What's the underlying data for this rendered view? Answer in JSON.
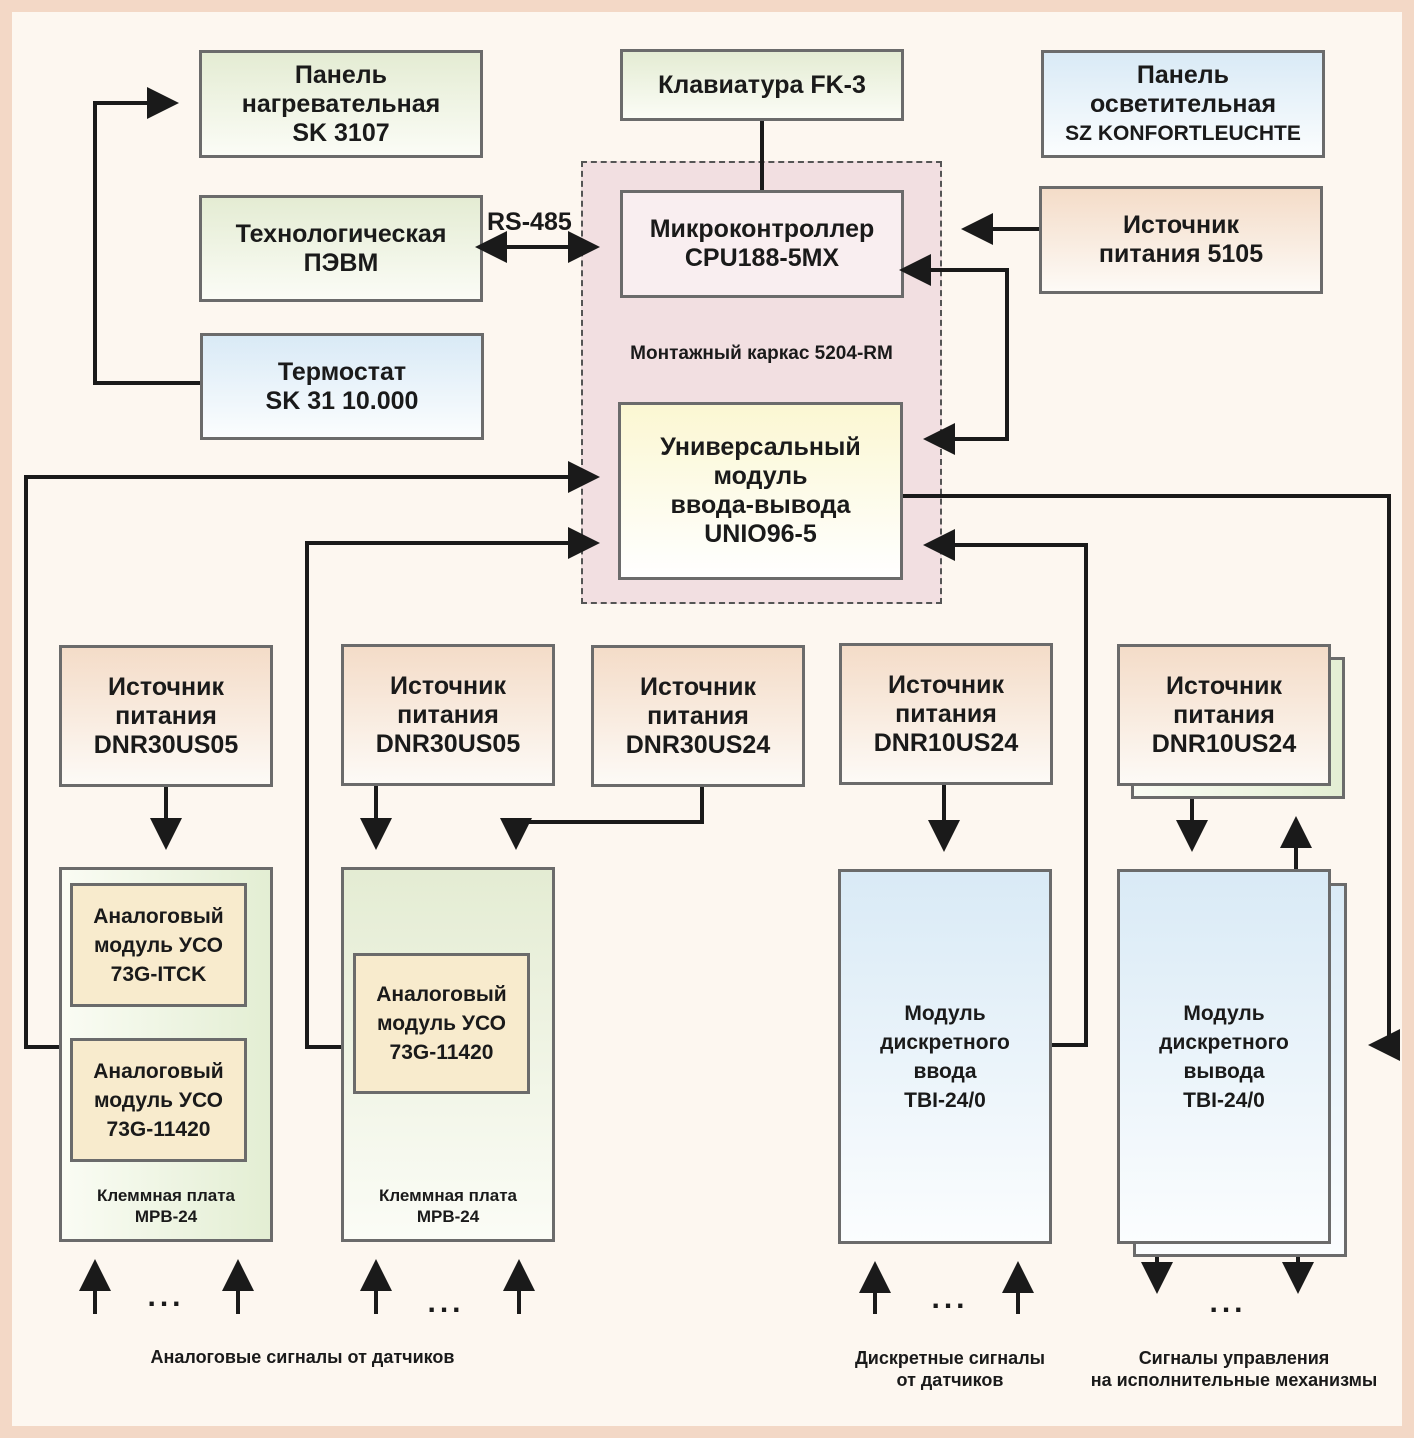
{
  "colors": {
    "border_frame": "#f3d8c6",
    "background": "#fdf7f0",
    "rack_fill": "#f2dfe1",
    "line": "#1a1a1a"
  },
  "top": {
    "heating_panel": [
      "Панель",
      "нагревательная",
      "SK 3107"
    ],
    "keyboard": "Клавиатура FK-3",
    "lighting_panel": [
      "Панель",
      "осветительная",
      "SZ KONFORTLEUCHTE"
    ],
    "tech_pc": [
      "Технологическая",
      "ПЭВМ"
    ],
    "rs485": "RS-485",
    "microcontroller": [
      "Микроконтроллер",
      "CPU188-5MX"
    ],
    "psu_5105": [
      "Источник",
      "питания 5105"
    ],
    "thermostat": [
      "Термостат",
      "SK 31 10.000"
    ],
    "rack_label": "Монтажный каркас 5204-RM",
    "io_module": [
      "Универсальный",
      "модуль",
      "ввода-вывода",
      "UNIO96-5"
    ]
  },
  "power_supplies": [
    [
      "Источник",
      "питания",
      "DNR30US05"
    ],
    [
      "Источник",
      "питания",
      "DNR30US05"
    ],
    [
      "Источник",
      "питания",
      "DNR30US24"
    ],
    [
      "Источник",
      "питания",
      "DNR10US24"
    ],
    [
      "Источник",
      "питания",
      "DNR10US24"
    ]
  ],
  "modules": {
    "analog_1": [
      "Аналоговый",
      "модуль УСО",
      "73G-ITCK"
    ],
    "analog_2": [
      "Аналоговый",
      "модуль УСО",
      "73G-11420"
    ],
    "analog_3": [
      "Аналоговый",
      "модуль УСО",
      "73G-11420"
    ],
    "terminal_board_1": [
      "Клеммная плата",
      "MPB-24"
    ],
    "terminal_board_2": [
      "Клеммная плата",
      "MPB-24"
    ],
    "discrete_input": [
      "Модуль",
      "дискретного",
      "ввода",
      "TBI-24/0"
    ],
    "discrete_output": [
      "Модуль",
      "дискретного",
      "вывода",
      "TBI-24/0"
    ]
  },
  "dots": "...",
  "bottom_labels": {
    "analog_signals": "Аналоговые сигналы от датчиков",
    "discrete_signals": [
      "Дискретные сигналы",
      "от датчиков"
    ],
    "control_signals": [
      "Сигналы управления",
      "на исполнительные механизмы"
    ]
  }
}
